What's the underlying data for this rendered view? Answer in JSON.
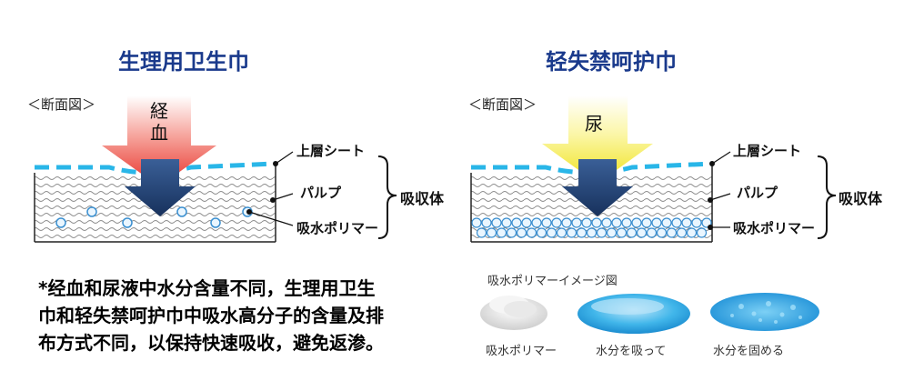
{
  "left": {
    "title": "生理用卫生巾",
    "section": "＜断面図＞",
    "arrow_label": "経\n血",
    "arrow_line1": "経",
    "arrow_line2": "血",
    "labels": {
      "top_sheet": "上層シート",
      "pulp": "パルプ",
      "polymer": "吸水ポリマー"
    },
    "brace_label": "吸収体"
  },
  "right": {
    "title": "轻失禁呵护巾",
    "section": "＜断面図＞",
    "arrow_label": "尿",
    "labels": {
      "top_sheet": "上層シート",
      "pulp": "パルプ",
      "polymer": "吸水ポリマー"
    },
    "brace_label": "吸収体"
  },
  "note": {
    "line1": "*经血和尿液中水分含量不同，生理用卫生",
    "line2": "巾和轻失禁呵护巾中吸水高分子的含量及排",
    "line3": "布方式不同，以保持快速吸收，避免返渗。"
  },
  "polymer_image": {
    "title": "吸水ポリマーイメージ図",
    "captions": [
      "吸水ポリマー",
      "水分を吸って",
      "水分を固める"
    ]
  },
  "colors": {
    "title": "#1a3a8c",
    "top_sheet": "#29b6e8",
    "arrow_body": "#1f3f73",
    "left_arrow": "#e8322a",
    "right_arrow": "#f2ea2a"
  }
}
